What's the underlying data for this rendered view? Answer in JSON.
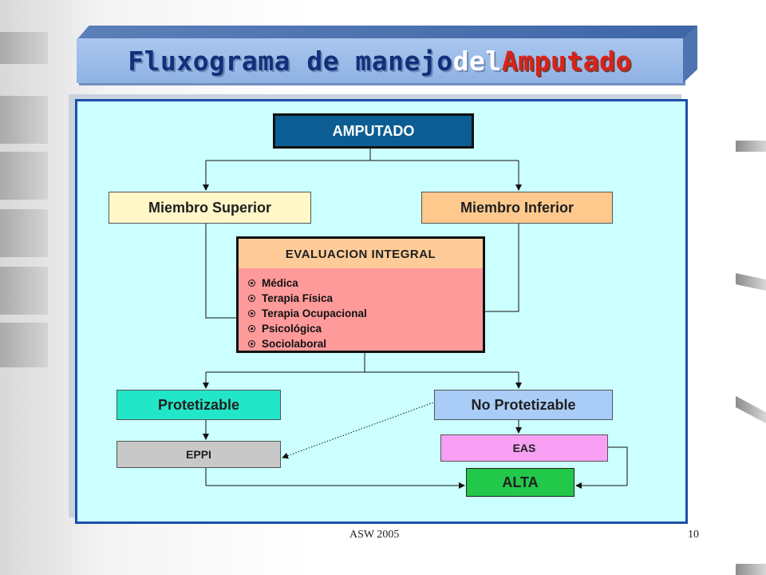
{
  "title": {
    "part1": "Fluxograma de manejo ",
    "part2": "del ",
    "part3": "Amputado"
  },
  "colors": {
    "title_primary": "#10307a",
    "title_accent": "#d8231a",
    "panel_bg": "#ccffff",
    "panel_border": "#1d50a8"
  },
  "nodes": {
    "amputado": "AMPUTADO",
    "miembro_superior": "Miembro Superior",
    "miembro_inferior": "Miembro Inferior",
    "evaluacion_integral": {
      "heading": "EVALUACION INTEGRAL",
      "items": [
        "Médica",
        "Terapia Física",
        "Terapia Ocupacional",
        "Psicológica",
        "Sociolaboral"
      ]
    },
    "protetizable": "Protetizable",
    "no_protetizable": "No Protetizable",
    "eppi": "EPPI",
    "eas": "EAS",
    "alta": "ALTA"
  },
  "footer": {
    "author": "ASW 2005",
    "page_number": "10"
  }
}
